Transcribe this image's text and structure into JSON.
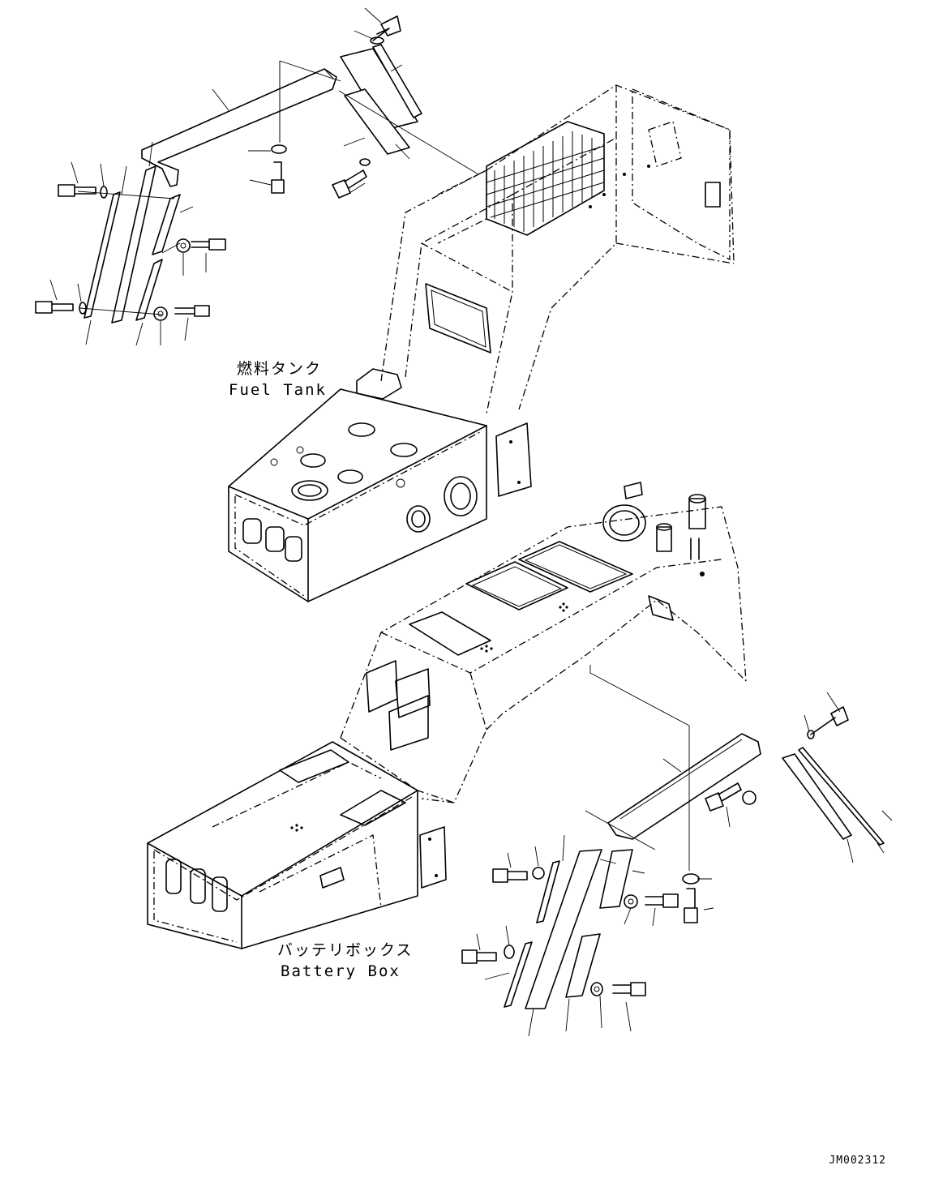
{
  "labels": {
    "fuel_tank_jp": "燃料タンク",
    "fuel_tank_en": "Fuel Tank",
    "battery_box_jp": "バッテリボックス",
    "battery_box_en": "Battery Box"
  },
  "drawing_number": "JM002312",
  "colors": {
    "line": "#000000",
    "background": "#ffffff"
  }
}
